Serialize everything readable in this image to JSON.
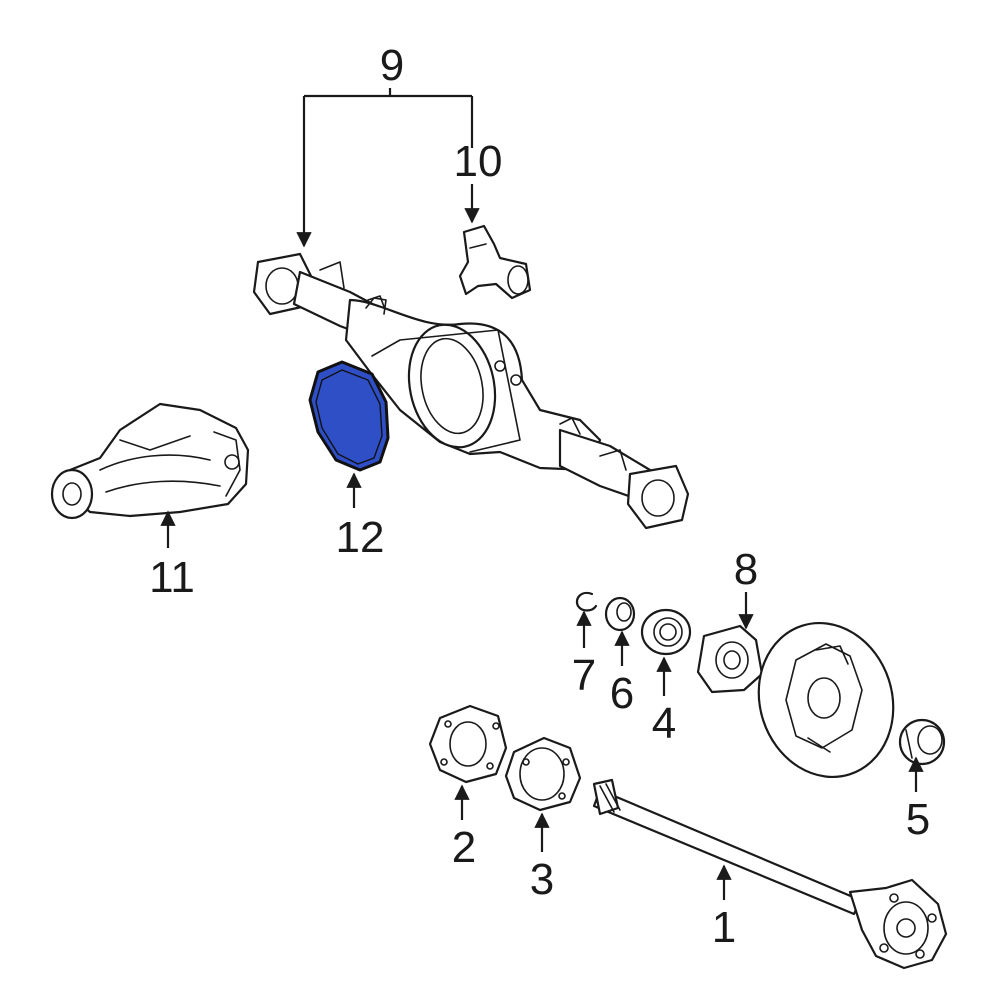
{
  "colors": {
    "line": "#1a1a1a",
    "background": "#ffffff",
    "highlight_fill": "#2f4fc6",
    "highlight_stroke": "#111111"
  },
  "highlighted_part": "12",
  "callouts": {
    "c1": "1",
    "c2": "2",
    "c3": "3",
    "c4": "4",
    "c5": "5",
    "c6": "6",
    "c7": "7",
    "c8": "8",
    "c9": "9",
    "c10": "10",
    "c11": "11",
    "c12": "12"
  }
}
